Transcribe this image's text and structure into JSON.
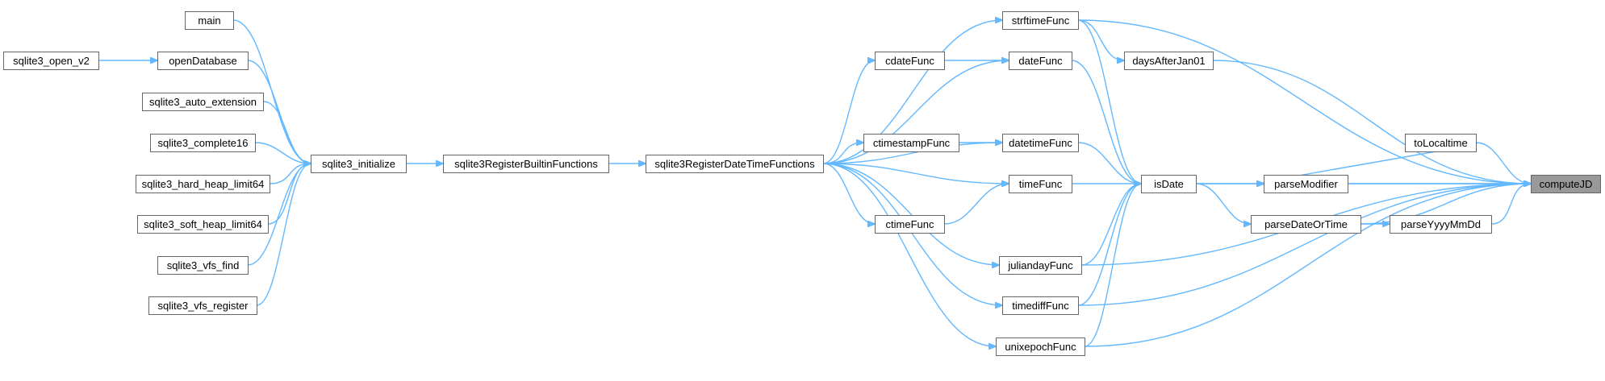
{
  "diagram": {
    "focus_node": "computeJD",
    "colors": {
      "edge": "#63b8ff",
      "node_border": "#666666",
      "node_fill": "#ffffff",
      "focus_fill": "#999999",
      "text": "#000000"
    },
    "nodes": [
      {
        "id": "main",
        "label": "main"
      },
      {
        "id": "sqlite3_open_v2",
        "label": "sqlite3_open_v2"
      },
      {
        "id": "openDatabase",
        "label": "openDatabase"
      },
      {
        "id": "sqlite3_auto_extension",
        "label": "sqlite3_auto_extension"
      },
      {
        "id": "sqlite3_complete16",
        "label": "sqlite3_complete16"
      },
      {
        "id": "sqlite3_hard_heap_limit64",
        "label": "sqlite3_hard_heap_limit64"
      },
      {
        "id": "sqlite3_soft_heap_limit64",
        "label": "sqlite3_soft_heap_limit64"
      },
      {
        "id": "sqlite3_vfs_find",
        "label": "sqlite3_vfs_find"
      },
      {
        "id": "sqlite3_vfs_register",
        "label": "sqlite3_vfs_register"
      },
      {
        "id": "sqlite3_initialize",
        "label": "sqlite3_initialize"
      },
      {
        "id": "sqlite3RegisterBuiltinFunctions",
        "label": "sqlite3RegisterBuiltinFunctions"
      },
      {
        "id": "sqlite3RegisterDateTimeFunctions",
        "label": "sqlite3RegisterDateTimeFunctions"
      },
      {
        "id": "strftimeFunc",
        "label": "strftimeFunc"
      },
      {
        "id": "cdateFunc",
        "label": "cdateFunc"
      },
      {
        "id": "dateFunc",
        "label": "dateFunc"
      },
      {
        "id": "ctimestampFunc",
        "label": "ctimestampFunc"
      },
      {
        "id": "datetimeFunc",
        "label": "datetimeFunc"
      },
      {
        "id": "timeFunc",
        "label": "timeFunc"
      },
      {
        "id": "ctimeFunc",
        "label": "ctimeFunc"
      },
      {
        "id": "juliandayFunc",
        "label": "juliandayFunc"
      },
      {
        "id": "timediffFunc",
        "label": "timediffFunc"
      },
      {
        "id": "unixepochFunc",
        "label": "unixepochFunc"
      },
      {
        "id": "daysAfterJan01",
        "label": "daysAfterJan01"
      },
      {
        "id": "isDate",
        "label": "isDate"
      },
      {
        "id": "toLocaltime",
        "label": "toLocaltime"
      },
      {
        "id": "parseModifier",
        "label": "parseModifier"
      },
      {
        "id": "parseDateOrTime",
        "label": "parseDateOrTime"
      },
      {
        "id": "parseYyyyMmDd",
        "label": "parseYyyyMmDd"
      },
      {
        "id": "computeJD",
        "label": "computeJD"
      }
    ],
    "edges": [
      [
        "sqlite3_open_v2",
        "openDatabase"
      ],
      [
        "main",
        "sqlite3_initialize"
      ],
      [
        "openDatabase",
        "sqlite3_initialize"
      ],
      [
        "sqlite3_auto_extension",
        "sqlite3_initialize"
      ],
      [
        "sqlite3_complete16",
        "sqlite3_initialize"
      ],
      [
        "sqlite3_hard_heap_limit64",
        "sqlite3_initialize"
      ],
      [
        "sqlite3_soft_heap_limit64",
        "sqlite3_initialize"
      ],
      [
        "sqlite3_vfs_find",
        "sqlite3_initialize"
      ],
      [
        "sqlite3_vfs_register",
        "sqlite3_initialize"
      ],
      [
        "sqlite3_initialize",
        "sqlite3RegisterBuiltinFunctions"
      ],
      [
        "sqlite3RegisterBuiltinFunctions",
        "sqlite3RegisterDateTimeFunctions"
      ],
      [
        "sqlite3RegisterDateTimeFunctions",
        "strftimeFunc"
      ],
      [
        "sqlite3RegisterDateTimeFunctions",
        "dateFunc"
      ],
      [
        "sqlite3RegisterDateTimeFunctions",
        "cdateFunc"
      ],
      [
        "sqlite3RegisterDateTimeFunctions",
        "datetimeFunc"
      ],
      [
        "sqlite3RegisterDateTimeFunctions",
        "ctimestampFunc"
      ],
      [
        "sqlite3RegisterDateTimeFunctions",
        "timeFunc"
      ],
      [
        "sqlite3RegisterDateTimeFunctions",
        "ctimeFunc"
      ],
      [
        "sqlite3RegisterDateTimeFunctions",
        "juliandayFunc"
      ],
      [
        "sqlite3RegisterDateTimeFunctions",
        "timediffFunc"
      ],
      [
        "sqlite3RegisterDateTimeFunctions",
        "unixepochFunc"
      ],
      [
        "cdateFunc",
        "dateFunc"
      ],
      [
        "ctimestampFunc",
        "datetimeFunc"
      ],
      [
        "ctimeFunc",
        "timeFunc"
      ],
      [
        "strftimeFunc",
        "daysAfterJan01"
      ],
      [
        "strftimeFunc",
        "isDate"
      ],
      [
        "dateFunc",
        "isDate"
      ],
      [
        "datetimeFunc",
        "isDate"
      ],
      [
        "timeFunc",
        "isDate"
      ],
      [
        "juliandayFunc",
        "isDate"
      ],
      [
        "timediffFunc",
        "isDate"
      ],
      [
        "unixepochFunc",
        "isDate"
      ],
      [
        "isDate",
        "parseModifier"
      ],
      [
        "isDate",
        "parseDateOrTime"
      ],
      [
        "toLocaltime",
        "parseModifier"
      ],
      [
        "parseDateOrTime",
        "parseYyyyMmDd"
      ],
      [
        "strftimeFunc",
        "computeJD"
      ],
      [
        "daysAfterJan01",
        "computeJD"
      ],
      [
        "isDate",
        "computeJD"
      ],
      [
        "toLocaltime",
        "computeJD"
      ],
      [
        "parseModifier",
        "computeJD"
      ],
      [
        "parseYyyyMmDd",
        "computeJD"
      ],
      [
        "parseDateOrTime",
        "computeJD"
      ],
      [
        "juliandayFunc",
        "computeJD"
      ],
      [
        "timediffFunc",
        "computeJD"
      ],
      [
        "unixepochFunc",
        "computeJD"
      ]
    ]
  }
}
